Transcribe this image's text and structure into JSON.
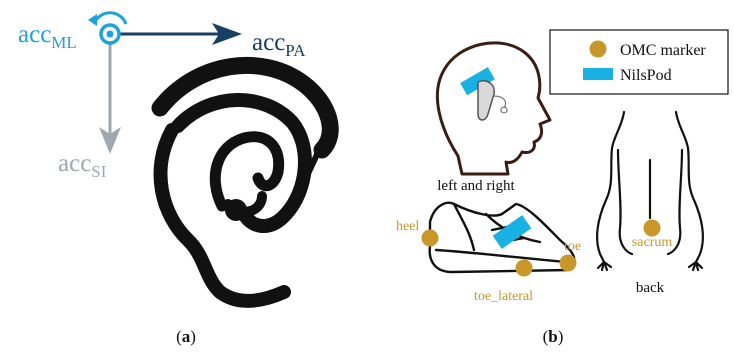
{
  "panel_a": {
    "caption_open": "(",
    "caption_letter": "a",
    "caption_close": ")",
    "acc_ml": {
      "base": "acc",
      "sub": "ML"
    },
    "acc_pa": {
      "base": "acc",
      "sub": "PA"
    },
    "acc_si": {
      "base": "acc",
      "sub": "SI"
    },
    "icons": [
      "rotation-arc-icon",
      "axis-origin-icon",
      "ear-icon",
      "hearing-aid-icon"
    ]
  },
  "panel_b": {
    "caption_open": "(",
    "caption_letter": "b",
    "caption_close": ")",
    "legend": {
      "items": [
        {
          "label": "OMC marker",
          "symbol": "circle"
        },
        {
          "label": "NilsPod",
          "symbol": "rectangle"
        }
      ]
    },
    "head_label": "left and right",
    "back_label": "back",
    "markers": {
      "heel": "heel",
      "toe": "toe",
      "toe_lateral": "toe_lateral",
      "sacrum": "sacrum"
    },
    "icons": [
      "head-icon",
      "shoe-icon",
      "torso-back-icon"
    ]
  },
  "colors": {
    "acc_ml": "#1ca3dc",
    "acc_pa": "#173e63",
    "acc_si": "#9fa8b0",
    "omc_marker": "#c9962a",
    "nilspod": "#17b2e3",
    "outline": "#111111",
    "head_outline": "#3a1e14"
  }
}
